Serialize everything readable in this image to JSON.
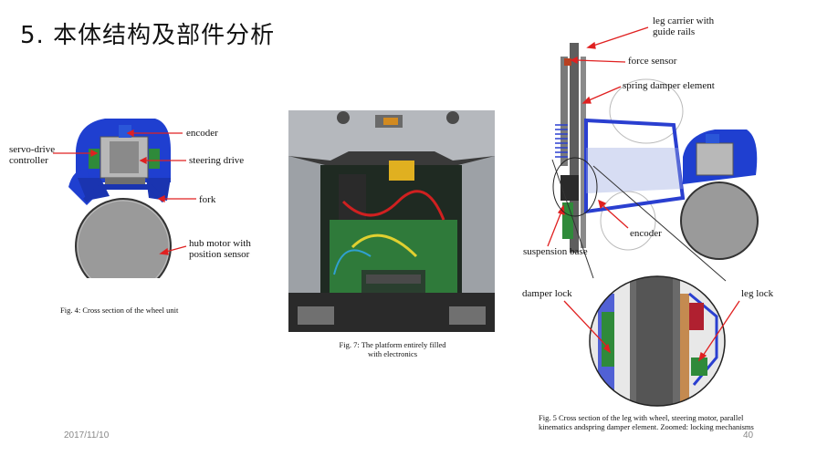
{
  "slide": {
    "title": "5. 本体结构及部件分析",
    "date": "2017/11/10",
    "page_number": "40"
  },
  "figure_wheel": {
    "labels": {
      "encoder": "encoder",
      "servo_drive": "servo-drive\ncontroller",
      "steering_drive": "steering drive",
      "fork": "fork",
      "hub_motor": "hub motor with\nposition sensor"
    },
    "caption": "Fig. 4: Cross section of the wheel unit"
  },
  "figure_platform": {
    "caption": "Fig. 7: The platform entirely filled\nwith electronics"
  },
  "figure_leg": {
    "labels": {
      "leg_carrier": "leg carrier with\nguide rails",
      "force_sensor": "force sensor",
      "spring_damper": "spring damper element",
      "encoder": "encoder",
      "suspension_base": "suspension base",
      "damper_lock": "damper lock",
      "leg_lock": "leg lock"
    },
    "caption": "Fig. 5 Cross section of the leg with wheel, steering motor, parallel\nkinematics andspring damper element. Zoomed: locking mechanisms"
  },
  "colors": {
    "arrow": "#e02020",
    "blue_part": "#1f3fd0",
    "grey_wheel": "#9a9a9a",
    "green_pcb": "#2f7a3a"
  }
}
